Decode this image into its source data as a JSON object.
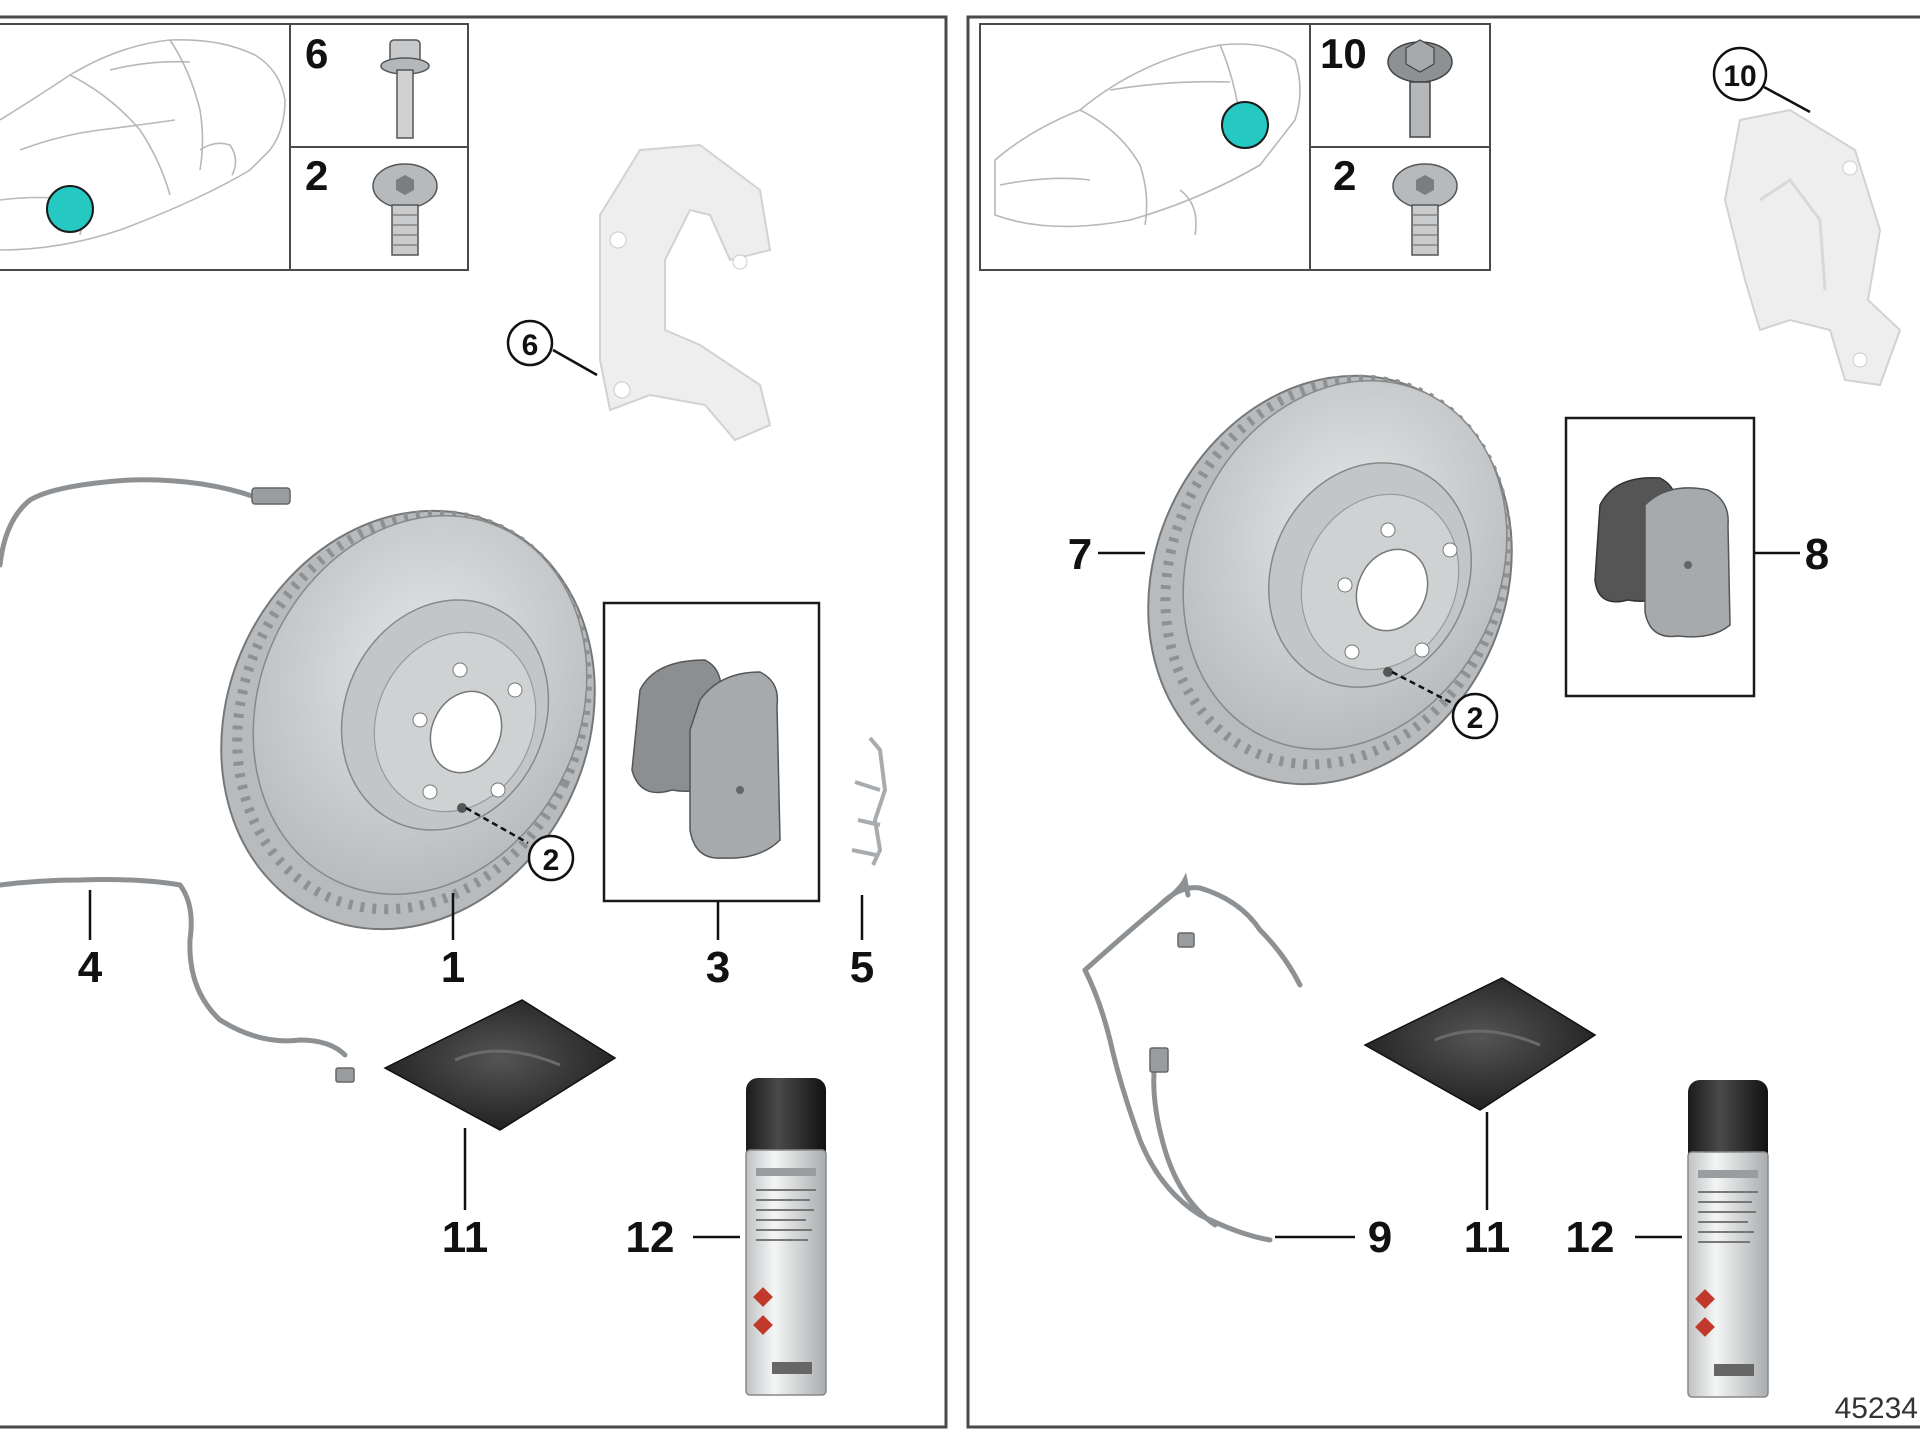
{
  "figure_id": "45234",
  "colors": {
    "location_marker": "#25c9c1",
    "frame": "#4a4a4a",
    "disc_face": "#c9ccce",
    "pad_fill": "#9a9d9f",
    "carrier_fill": "#eeeeee"
  },
  "left_panel": {
    "fastener_boxes": [
      {
        "label": "6",
        "icon": "bolt-with-flange-icon"
      },
      {
        "label": "2",
        "icon": "hex-socket-screw-icon"
      }
    ],
    "callouts": {
      "carrier": "6",
      "disc_screw": "2",
      "disc": "1",
      "pad_set": "3",
      "wear_sensor": "4",
      "spring_clip": "5",
      "grease_packet": "11",
      "spray_can": "12"
    }
  },
  "right_panel": {
    "fastener_boxes": [
      {
        "label": "10",
        "icon": "hex-flange-bolt-icon"
      },
      {
        "label": "2",
        "icon": "hex-socket-screw-icon"
      }
    ],
    "callouts": {
      "carrier": "10",
      "disc": "7",
      "disc_screw": "2",
      "pad_set": "8",
      "wear_sensor": "9",
      "grease_packet": "11",
      "spray_can": "12"
    }
  }
}
